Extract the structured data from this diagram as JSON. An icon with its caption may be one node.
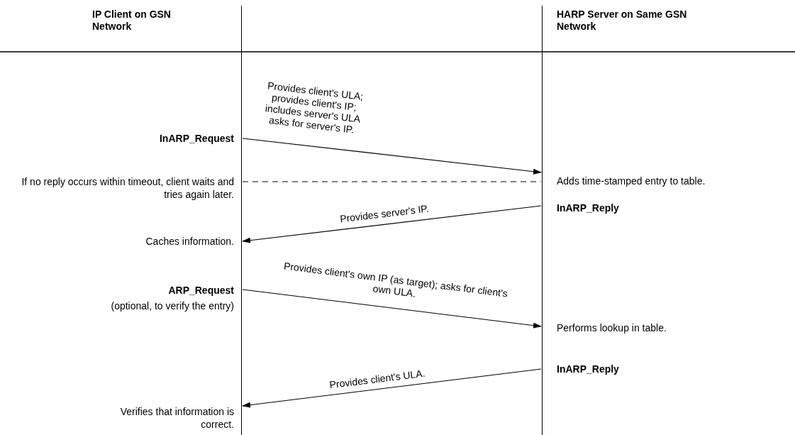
{
  "diagram": {
    "nodes": [
      {
        "text": [
          "IP Client on GSN Network"
        ]
      },
      {
        "text": [
          "HARP Server on Same GSN Network"
        ]
      }
    ],
    "edges": [
      {
        "from": 0,
        "to": 1,
        "arrow": "to",
        "label": "Provides client's ULA; provides client's IP; includes server's ULA asks for server's IP."
      },
      {
        "from": 0,
        "to": 1,
        "arrow": "none",
        "style": "dashed"
      },
      {
        "from": 1,
        "to": 0,
        "arrow": "to",
        "label": "Provides server's IP."
      },
      {
        "from": 0,
        "to": 1,
        "arrow": "to",
        "label": "Provides client's own IP (as target); asks for client's own ULA."
      },
      {
        "from": 1,
        "to": 0,
        "arrow": "to",
        "label": "Provides client's ULA."
      }
    ],
    "labels": [
      "InARP_Request",
      "If no reply occurs within timeout, client waits and tries again later.",
      "Adds time-stamped entry to table.",
      "InARP_Reply",
      "Caches information.",
      "ARP_Request",
      "(optional, to verify the entry)",
      "Performs lookup in table.",
      "InARP_Reply",
      "Verifies that information is correct."
    ]
  }
}
